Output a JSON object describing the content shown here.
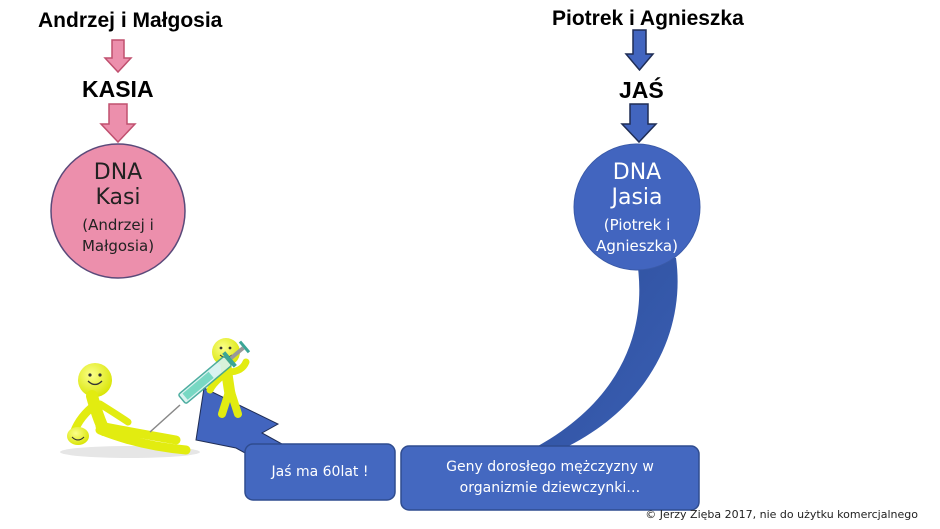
{
  "left_family": {
    "parents": "Andrzej i Małgosia",
    "child": "KASIA",
    "dna_line1": "DNA",
    "dna_line2": "Kasi",
    "dna_sub1": "(Andrzej i",
    "dna_sub2": "Małgosia)"
  },
  "right_family": {
    "parents": "Piotrek i Agnieszka",
    "child": "JAŚ",
    "dna_line1": "DNA",
    "dna_line2": "Jasia",
    "dna_sub1": "(Piotrek i",
    "dna_sub2": "Agnieszka)"
  },
  "callouts": {
    "age": "Jaś ma 60lat !",
    "genes_line1": "Geny dorosłego mężczyzny w",
    "genes_line2": "organizmie dziewczynki…"
  },
  "footer": "©  Jerzy Zięba 2017, nie do użytku komercjalnego",
  "colors": {
    "pink_fill": "#ec8fac",
    "pink_stroke": "#c0506f",
    "blue_fill": "#4265bf",
    "blue_dark": "#2f4c8f",
    "navy_stroke": "#1f2d55",
    "figure_yellow": "#e9f21a"
  },
  "illustration": "two yellow smiley figures with a syringe"
}
